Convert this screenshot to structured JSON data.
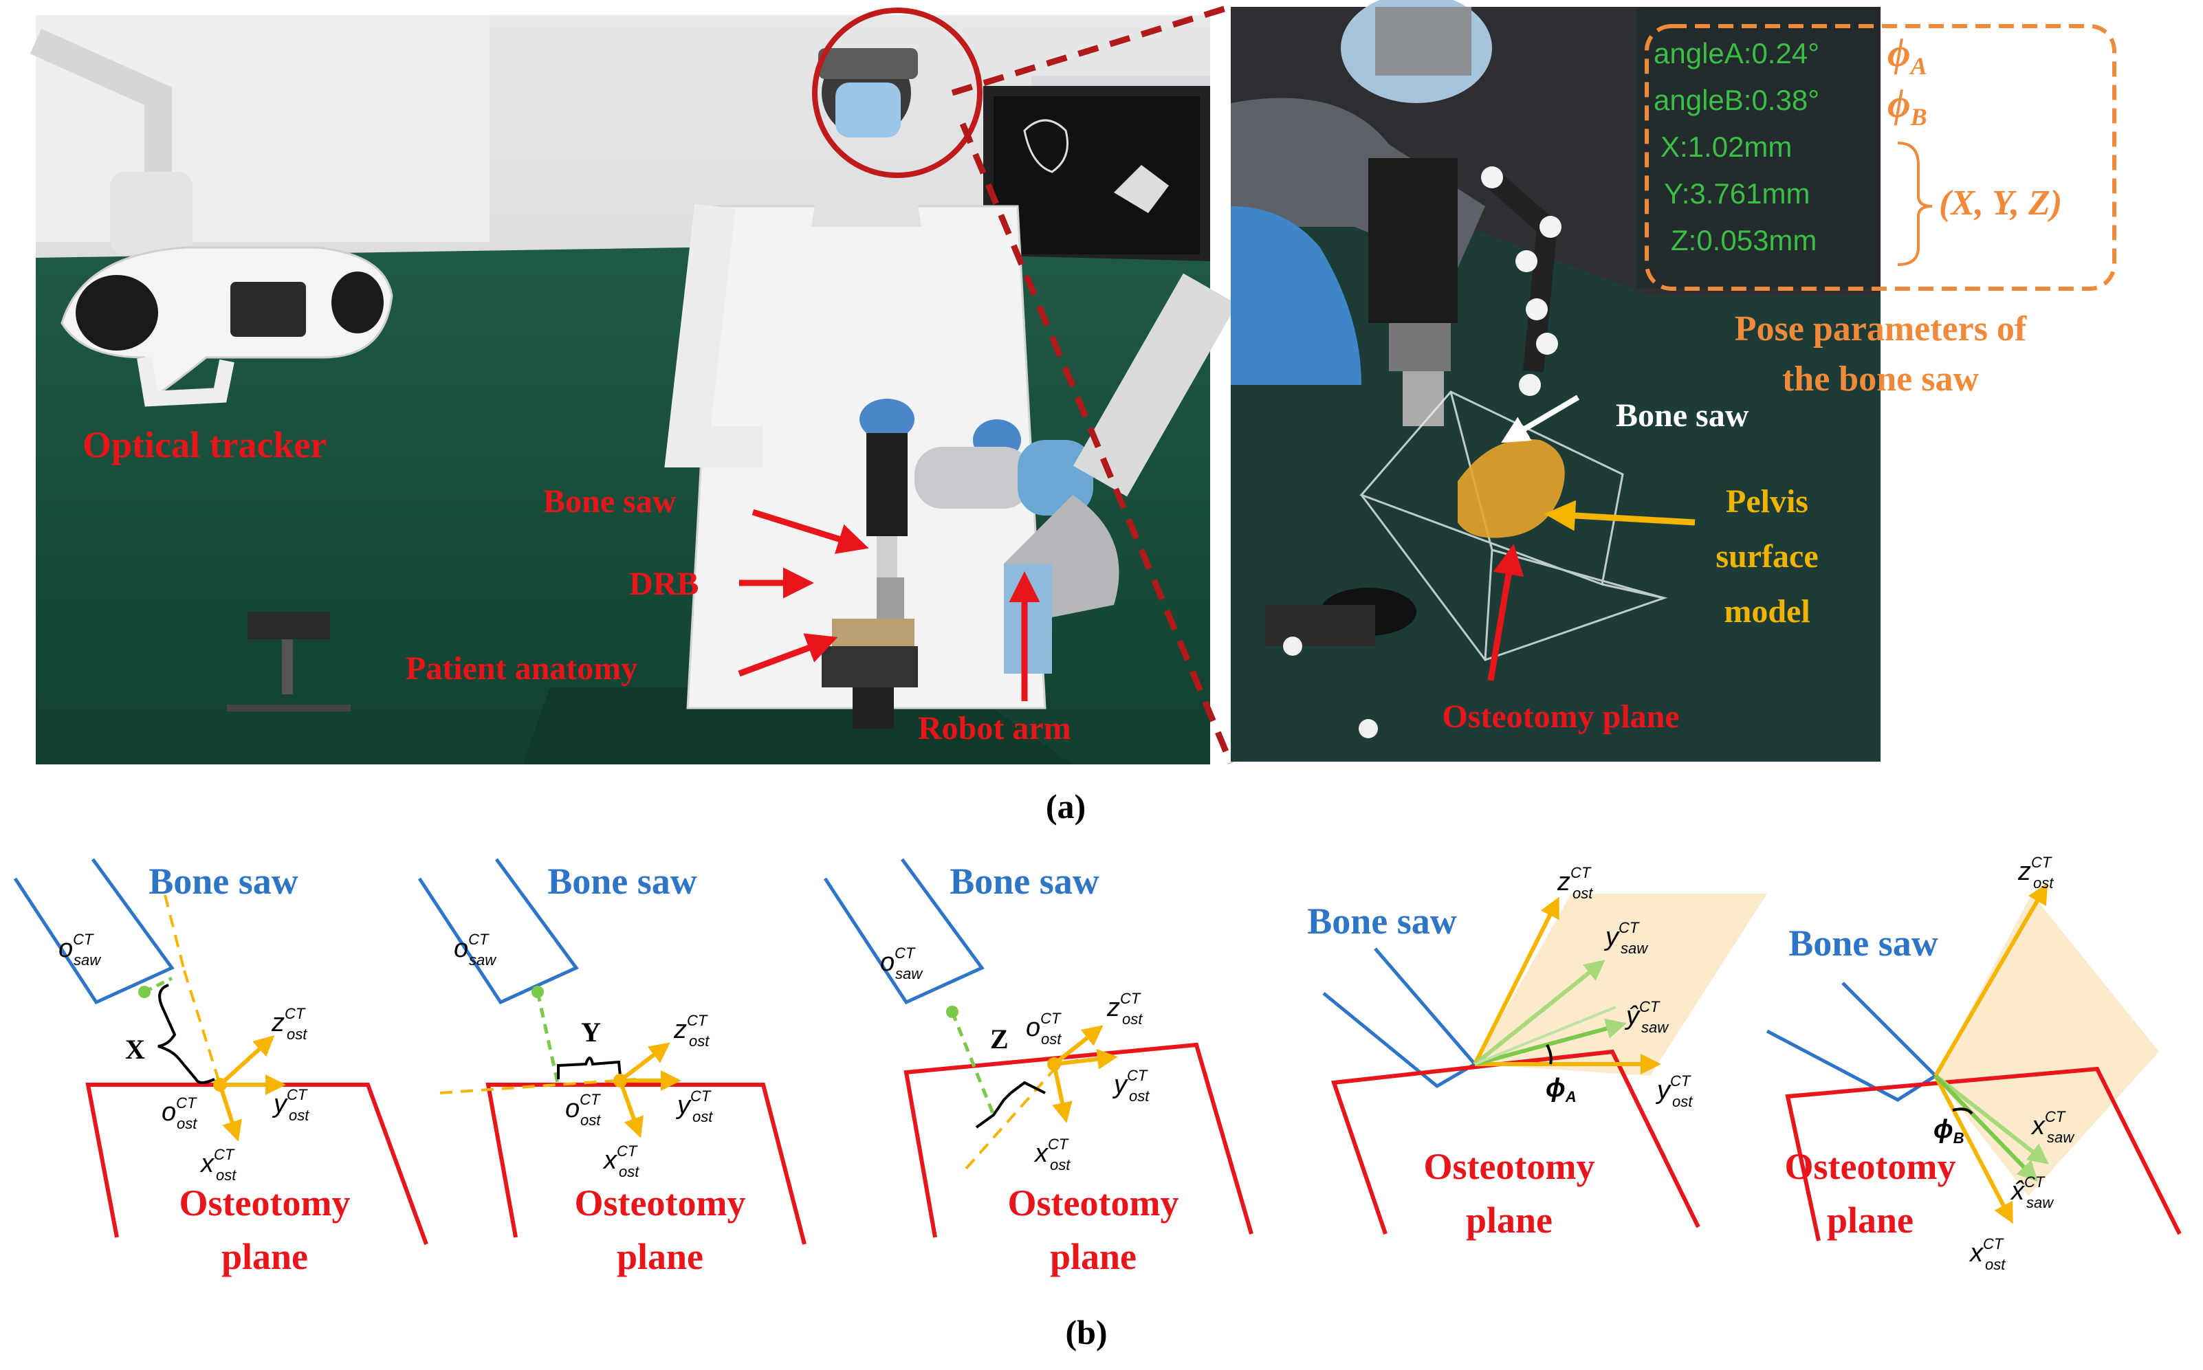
{
  "panel_a": {
    "caption": "(a)",
    "left_labels": {
      "optical_tracker": "Optical tracker",
      "bone_saw": "Bone saw",
      "drb": "DRB",
      "patient_anatomy": "Patient anatomy",
      "robot_arm": "Robot arm"
    },
    "right_labels": {
      "bone_saw": "Bone saw",
      "pelvis_line1": "Pelvis",
      "pelvis_line2": "surface",
      "pelvis_line3": "model",
      "osteotomy_plane": "Osteotomy plane",
      "pose_line1": "Pose parameters of",
      "pose_line2": "the bone saw"
    },
    "hud": {
      "angle_a": "angleA:0.24°",
      "angle_b": "angleB:0.38°",
      "x": "X:1.02mm",
      "y": "Y:3.761mm",
      "z": "Z:0.053mm",
      "phi_a": "ϕ",
      "phi_a_sub": "A",
      "phi_b": "ϕ",
      "phi_b_sub": "B",
      "xyz": "(X, Y, Z)"
    }
  },
  "panel_b": {
    "caption": "(b)",
    "bone_saw": "Bone saw",
    "osteotomy": "Osteotomy",
    "plane": "plane",
    "x_label": "X",
    "y_label": "Y",
    "z_label": "Z",
    "phi_a": "ϕ",
    "phi_a_sub": "A",
    "phi_b": "ϕ",
    "phi_b_sub": "B",
    "o": "o",
    "x": "x",
    "y": "y",
    "z": "z",
    "y_hat": "ŷ",
    "x_hat": "x̂",
    "sup_ct": "CT",
    "sub_saw": "saw",
    "sub_ost": "ost"
  },
  "colors": {
    "red": "#e8151b",
    "blue": "#2e75c8",
    "yellow": "#f5b400",
    "green": "#7cc84a",
    "orange": "#ef8a3a"
  }
}
